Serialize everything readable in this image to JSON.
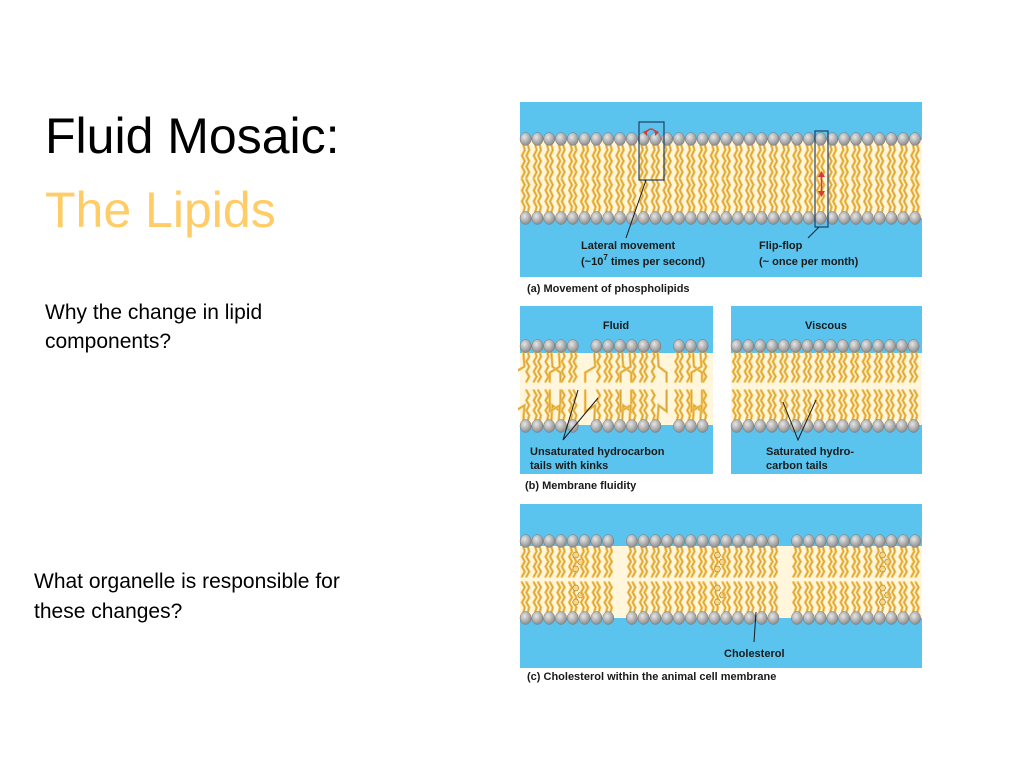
{
  "slide": {
    "title": "Fluid Mosaic:",
    "subtitle": "The Lipids",
    "question_1": "Why the change in lipid components?",
    "question_2": "What organelle is responsible for these changes?"
  },
  "figure": {
    "panel_a": {
      "lateral_label_1": "Lateral movement",
      "lateral_label_2a": "(~10",
      "lateral_label_2sup": "7",
      "lateral_label_2b": " times per second)",
      "flipflop_label_1": "Flip-flop",
      "flipflop_label_2": "(~ once per month)",
      "caption": "(a) Movement of phospholipids"
    },
    "panel_b": {
      "fluid_label": "Fluid",
      "viscous_label": "Viscous",
      "unsat_label_1": "Unsaturated hydrocarbon",
      "unsat_label_2": "tails with kinks",
      "sat_label_1": "Saturated hydro-",
      "sat_label_2": "carbon tails",
      "caption": "(b) Membrane fluidity"
    },
    "panel_c": {
      "cholesterol_label": "Cholesterol",
      "caption": "(c) Cholesterol within the animal cell membrane"
    },
    "colors": {
      "water": "#5bc4ee",
      "head": "#a9a9a9",
      "tail": "#f2c055",
      "tail_stroke": "#c9962d",
      "arrow": "#d63a3a"
    }
  }
}
